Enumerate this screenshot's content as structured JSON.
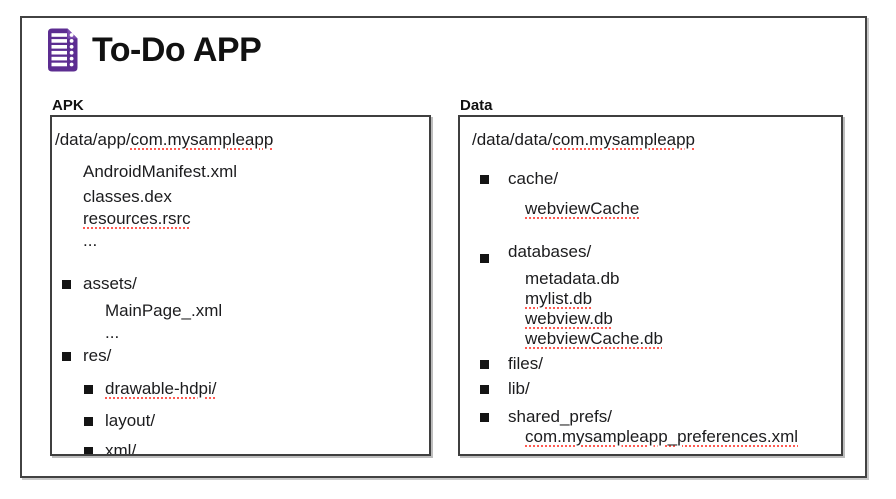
{
  "title": {
    "text": "To-Do APP"
  },
  "icons": {
    "app_icon": "purple-todo-list-document-icon"
  },
  "colors": {
    "accent_purple": "#5C2D91",
    "squiggle_red": "#FF5A52",
    "text": "#1C1C1E",
    "border_dark": "#3F3F3F",
    "shadow_gray": "#BDBDBD"
  },
  "panels": [
    {
      "label": "APK",
      "items": [
        {
          "pre": "/data/app/",
          "typo": "com.mysampleapp",
          "depth": "root",
          "bullet": false,
          "gap": "g0"
        },
        {
          "pre": "AndroidManifest.xml",
          "typo": "",
          "depth": "file1",
          "bullet": false,
          "gap": "g14"
        },
        {
          "pre": "classes.dex",
          "typo": "",
          "depth": "file1",
          "bullet": false,
          "gap": "g7"
        },
        {
          "pre": "",
          "typo": "resources.rsrc",
          "depth": "file1",
          "bullet": false,
          "gap": "g4"
        },
        {
          "pre": "...",
          "typo": "",
          "depth": "file1",
          "bullet": false,
          "gap": "g4"
        },
        {
          "pre": "assets/",
          "typo": "",
          "depth": "dir1",
          "bullet": true,
          "gap": "g25"
        },
        {
          "pre": "MainPage_.xml",
          "typo": "",
          "depth": "file2",
          "bullet": false,
          "gap": "g9"
        },
        {
          "pre": "...",
          "typo": "",
          "depth": "file2",
          "bullet": false,
          "gap": "g4"
        },
        {
          "pre": "res/",
          "typo": "",
          "depth": "dir1",
          "bullet": true,
          "gap": "g5"
        },
        {
          "pre": "",
          "typo": "drawable-hdpi/",
          "depth": "dir2",
          "bullet": true,
          "gap": "g15"
        },
        {
          "pre": "layout/",
          "typo": "",
          "depth": "dir2",
          "bullet": true,
          "gap": "g14"
        },
        {
          "pre": "xml/",
          "typo": "",
          "depth": "dir2",
          "bullet": true,
          "gap": "g12"
        }
      ]
    },
    {
      "label": "Data",
      "items": [
        {
          "pre": "/data/data/",
          "typo": "com.mysampleapp",
          "depth": "root",
          "bullet": false,
          "gap": "g0"
        },
        {
          "pre": "cache/",
          "typo": "",
          "depth": "dir1",
          "bullet": true,
          "gap": "g21"
        },
        {
          "pre": "",
          "typo": "webviewCache",
          "depth": "file2",
          "bullet": false,
          "gap": "g12"
        },
        {
          "pre": "databases/",
          "typo": "",
          "depth": "dir1",
          "bullet": true,
          "bullet_low": true,
          "gap": "g25"
        },
        {
          "pre": "metadata.db",
          "typo": "",
          "depth": "file2",
          "bullet": false,
          "gap": "g9"
        },
        {
          "pre": "",
          "typo": "mylist.db",
          "depth": "file2",
          "bullet": false,
          "gap": "g2"
        },
        {
          "pre": "",
          "typo": "webview.db",
          "depth": "file2",
          "bullet": false,
          "gap": "g2"
        },
        {
          "pre": "",
          "typo": "webviewCache.db",
          "depth": "file2",
          "bullet": false,
          "gap": "g2"
        },
        {
          "pre": "files/",
          "typo": "",
          "depth": "dir1",
          "bullet": true,
          "gap": "g7"
        },
        {
          "pre": "lib/",
          "typo": "",
          "depth": "dir1",
          "bullet": true,
          "gap": "g7"
        },
        {
          "pre": "shared_prefs/",
          "typo": "",
          "depth": "dir1",
          "bullet": true,
          "gap": "g10"
        },
        {
          "pre": "",
          "typo": "com.mysampleapp_preferences.xml",
          "depth": "file2",
          "bullet": false,
          "gap": "g2"
        }
      ]
    }
  ]
}
